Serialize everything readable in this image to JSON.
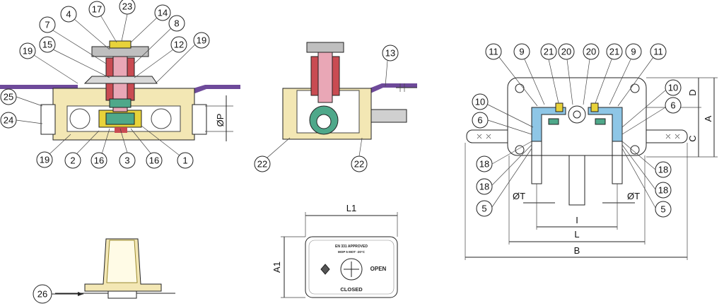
{
  "callouts": {
    "left": [
      "4",
      "17",
      "23",
      "14",
      "7",
      "8",
      "15",
      "12",
      "19",
      "19",
      "25",
      "24",
      "19",
      "2",
      "16",
      "3",
      "16",
      "1"
    ],
    "middle": [
      "13",
      "22",
      "22"
    ],
    "right": [
      "11",
      "9",
      "21",
      "20",
      "20",
      "21",
      "9",
      "11",
      "10",
      "10",
      "6",
      "6",
      "18",
      "18",
      "18",
      "18",
      "5",
      "5"
    ],
    "bottom": [
      "26"
    ]
  },
  "dimensions": {
    "op": "ØP",
    "a": "A",
    "c": "C",
    "d": "D",
    "t_left": "ØT",
    "t_right": "ØT",
    "i": "I",
    "l": "L",
    "b": "B",
    "l1": "L1",
    "a1": "A1"
  },
  "plate": {
    "line1": "EN 331 APPROVED",
    "line2": "MOP 5  MOT -20°C",
    "open": "OPEN",
    "closed": "CLOSED"
  },
  "colors": {
    "housing": "#f3e7b4",
    "stem": "#e9a7b6",
    "stem_dark": "#c94b52",
    "ball_green": "#4fa88a",
    "seat_yellow": "#e8d23a",
    "pipe_blue": "#8ec6e6",
    "bracket_purple": "#6e4a9a"
  }
}
